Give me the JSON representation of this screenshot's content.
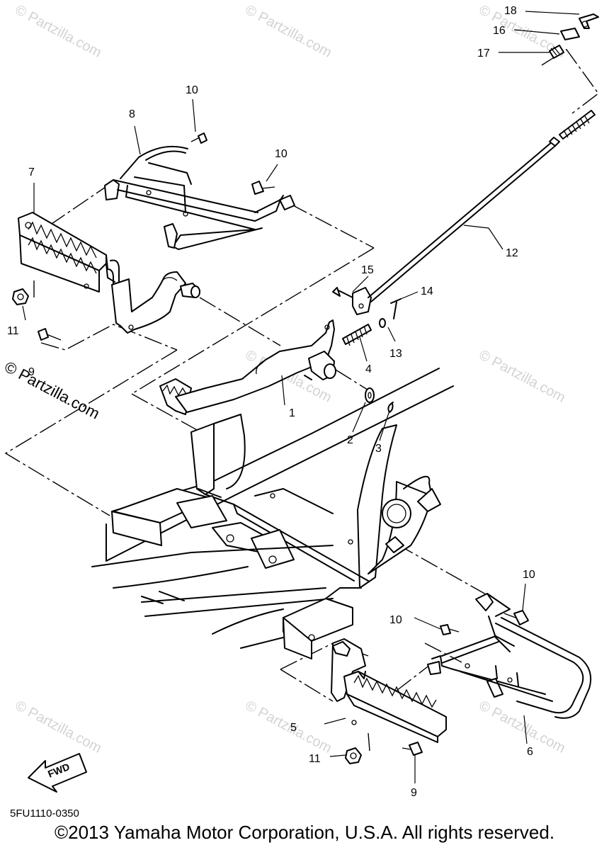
{
  "watermark": "© Partzilla.com",
  "brand_watermark": "© Partzilla.com",
  "fwd_label": "FWD",
  "diagram_code": "5FU1110-0350",
  "copyright": "©2013 Yamaha Motor Corporation, U.S.A. All rights reserved.",
  "callouts": {
    "c1": "1",
    "c2": "2",
    "c3": "3",
    "c4": "4",
    "c5": "5",
    "c6": "6",
    "c7": "7",
    "c8": "8",
    "c9a": "9",
    "c9b": "9",
    "c10a": "10",
    "c10b": "10",
    "c10c": "10",
    "c10d": "10",
    "c11a": "11",
    "c11b": "11",
    "c12": "12",
    "c13": "13",
    "c14": "14",
    "c15": "15",
    "c16": "16",
    "c17": "17",
    "c18": "18"
  }
}
